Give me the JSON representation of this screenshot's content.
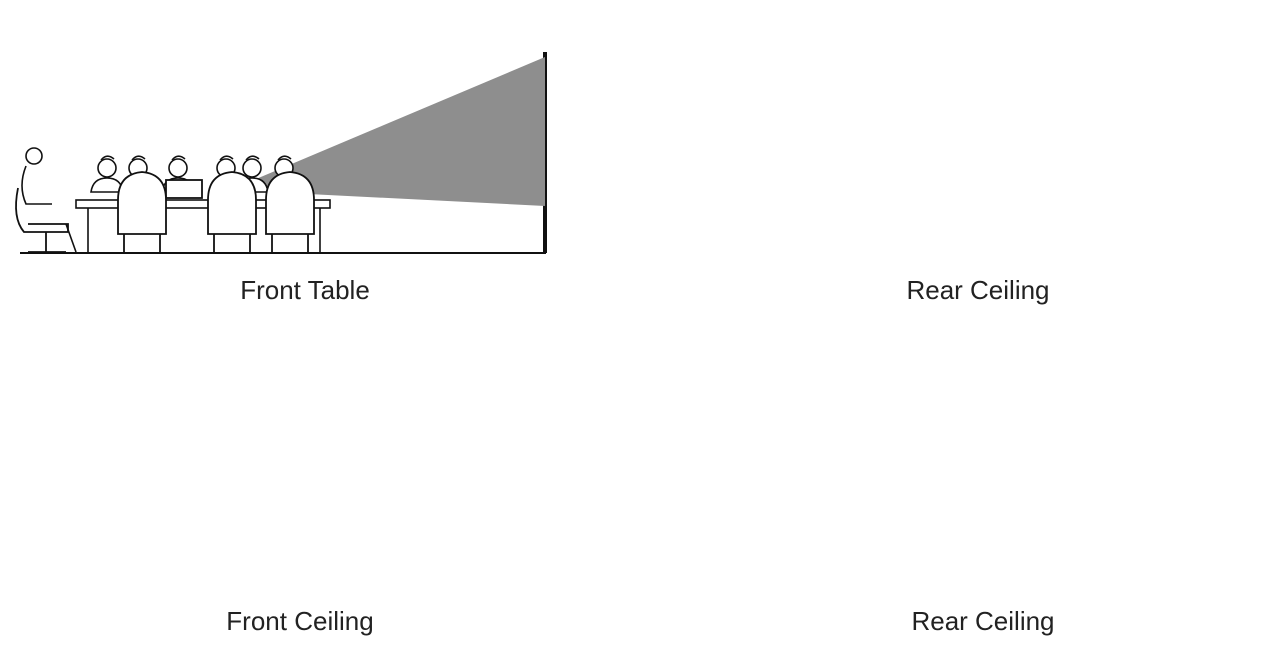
{
  "colors": {
    "beam": "#8e8e8e",
    "beam_light": "#e9e9e9",
    "line": "#111111",
    "fill": "#ffffff"
  },
  "panels": [
    {
      "caption": "Front Table",
      "mode": "front-table",
      "icon": "projector-on-table"
    },
    {
      "caption": "Rear Ceiling",
      "mode": "rear-table",
      "icon": "projector-on-stand"
    },
    {
      "caption": "Front Ceiling",
      "mode": "front-ceiling",
      "icon": "ceiling-projector"
    },
    {
      "caption": "Rear Ceiling",
      "mode": "rear-ceiling",
      "icon": "ceiling-projector"
    }
  ]
}
